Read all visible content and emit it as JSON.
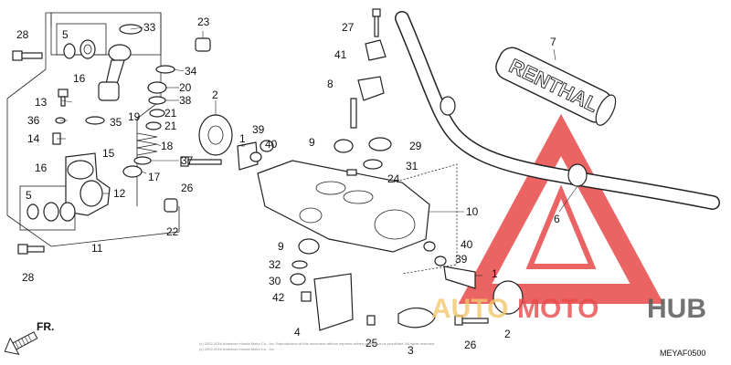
{
  "diagram": {
    "part_code": "MEYAF0500",
    "direction_label": "FR.",
    "grip_brand": "RENTHAL",
    "copyright_line_1": "(c) 2002-2016 American Honda Motor Co., Inc. Reproduction of this document without express written permission is prohibited. All rights reserved.",
    "copyright_line_2": "(c) 2002-2016 American Honda Motor Co., Inc.",
    "watermark": {
      "left": "AUTO",
      "mid": "MOTO",
      "right": "HUB"
    },
    "colors": {
      "watermark_red": "#e84a4a",
      "watermark_gold": "#f3c76c",
      "watermark_grey": "#5a5a5a",
      "line": "#222222"
    },
    "callouts": [
      "28",
      "5",
      "16",
      "33",
      "23",
      "34",
      "20",
      "38",
      "21",
      "19",
      "21",
      "18",
      "37",
      "17",
      "35",
      "15",
      "13",
      "36",
      "14",
      "16",
      "5",
      "12",
      "11",
      "22",
      "28",
      "2",
      "1",
      "39",
      "40",
      "26",
      "27",
      "41",
      "8",
      "9",
      "29",
      "31",
      "24",
      "10",
      "7",
      "6",
      "9",
      "32",
      "30",
      "42",
      "4",
      "25",
      "3",
      "26",
      "40",
      "39",
      "1",
      "2"
    ]
  }
}
